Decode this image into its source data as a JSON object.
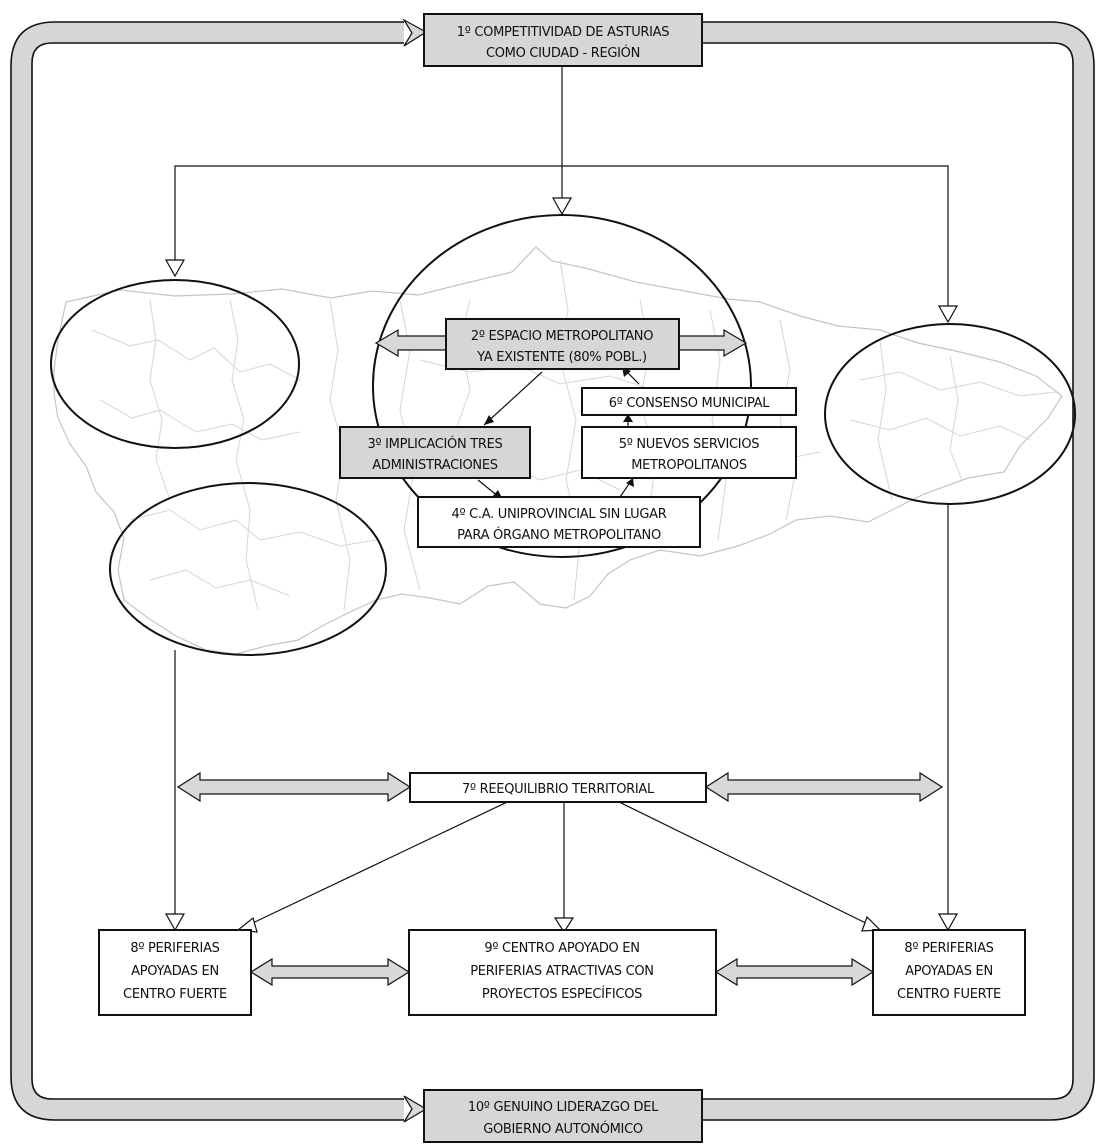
{
  "diagram": {
    "nodes": {
      "n1": [
        "1º COMPETITIVIDAD DE ASTURIAS",
        "COMO CIUDAD - REGIÓN"
      ],
      "n2": [
        "2º ESPACIO METROPOLITANO",
        "YA EXISTENTE (80% POBL.)"
      ],
      "n3": [
        "3º IMPLICACIÓN TRES",
        "ADMINISTRACIONES"
      ],
      "n4": [
        "4º C.A. UNIPROVINCIAL SIN LUGAR",
        "PARA ÓRGANO METROPOLITANO"
      ],
      "n5": [
        "5º NUEVOS SERVICIOS",
        "METROPOLITANOS"
      ],
      "n6": [
        "6º CONSENSO MUNICIPAL"
      ],
      "n7": [
        "7º REEQUILIBRIO TERRITORIAL"
      ],
      "n8_left": [
        "8º PERIFERIAS",
        "APOYADAS EN",
        "CENTRO FUERTE"
      ],
      "n9": [
        "9º CENTRO APOYADO EN",
        "PERIFERIAS ATRACTIVAS CON",
        "PROYECTOS ESPECÍFICOS"
      ],
      "n8_right": [
        "8º PERIFERIAS",
        "APOYADAS EN",
        "CENTRO FUERTE"
      ],
      "n10": [
        "10º GENUINO LIDERAZGO DEL",
        "GOBIERNO AUTONÓMICO"
      ]
    },
    "shaded_nodes": [
      "n1",
      "n2",
      "n3",
      "n10"
    ],
    "background": "outline map of Asturias with municipal boundaries",
    "colors": {
      "line": "#111111",
      "shaded_box": "#d6d6d6",
      "map_outline": "#c4c4c4"
    }
  }
}
